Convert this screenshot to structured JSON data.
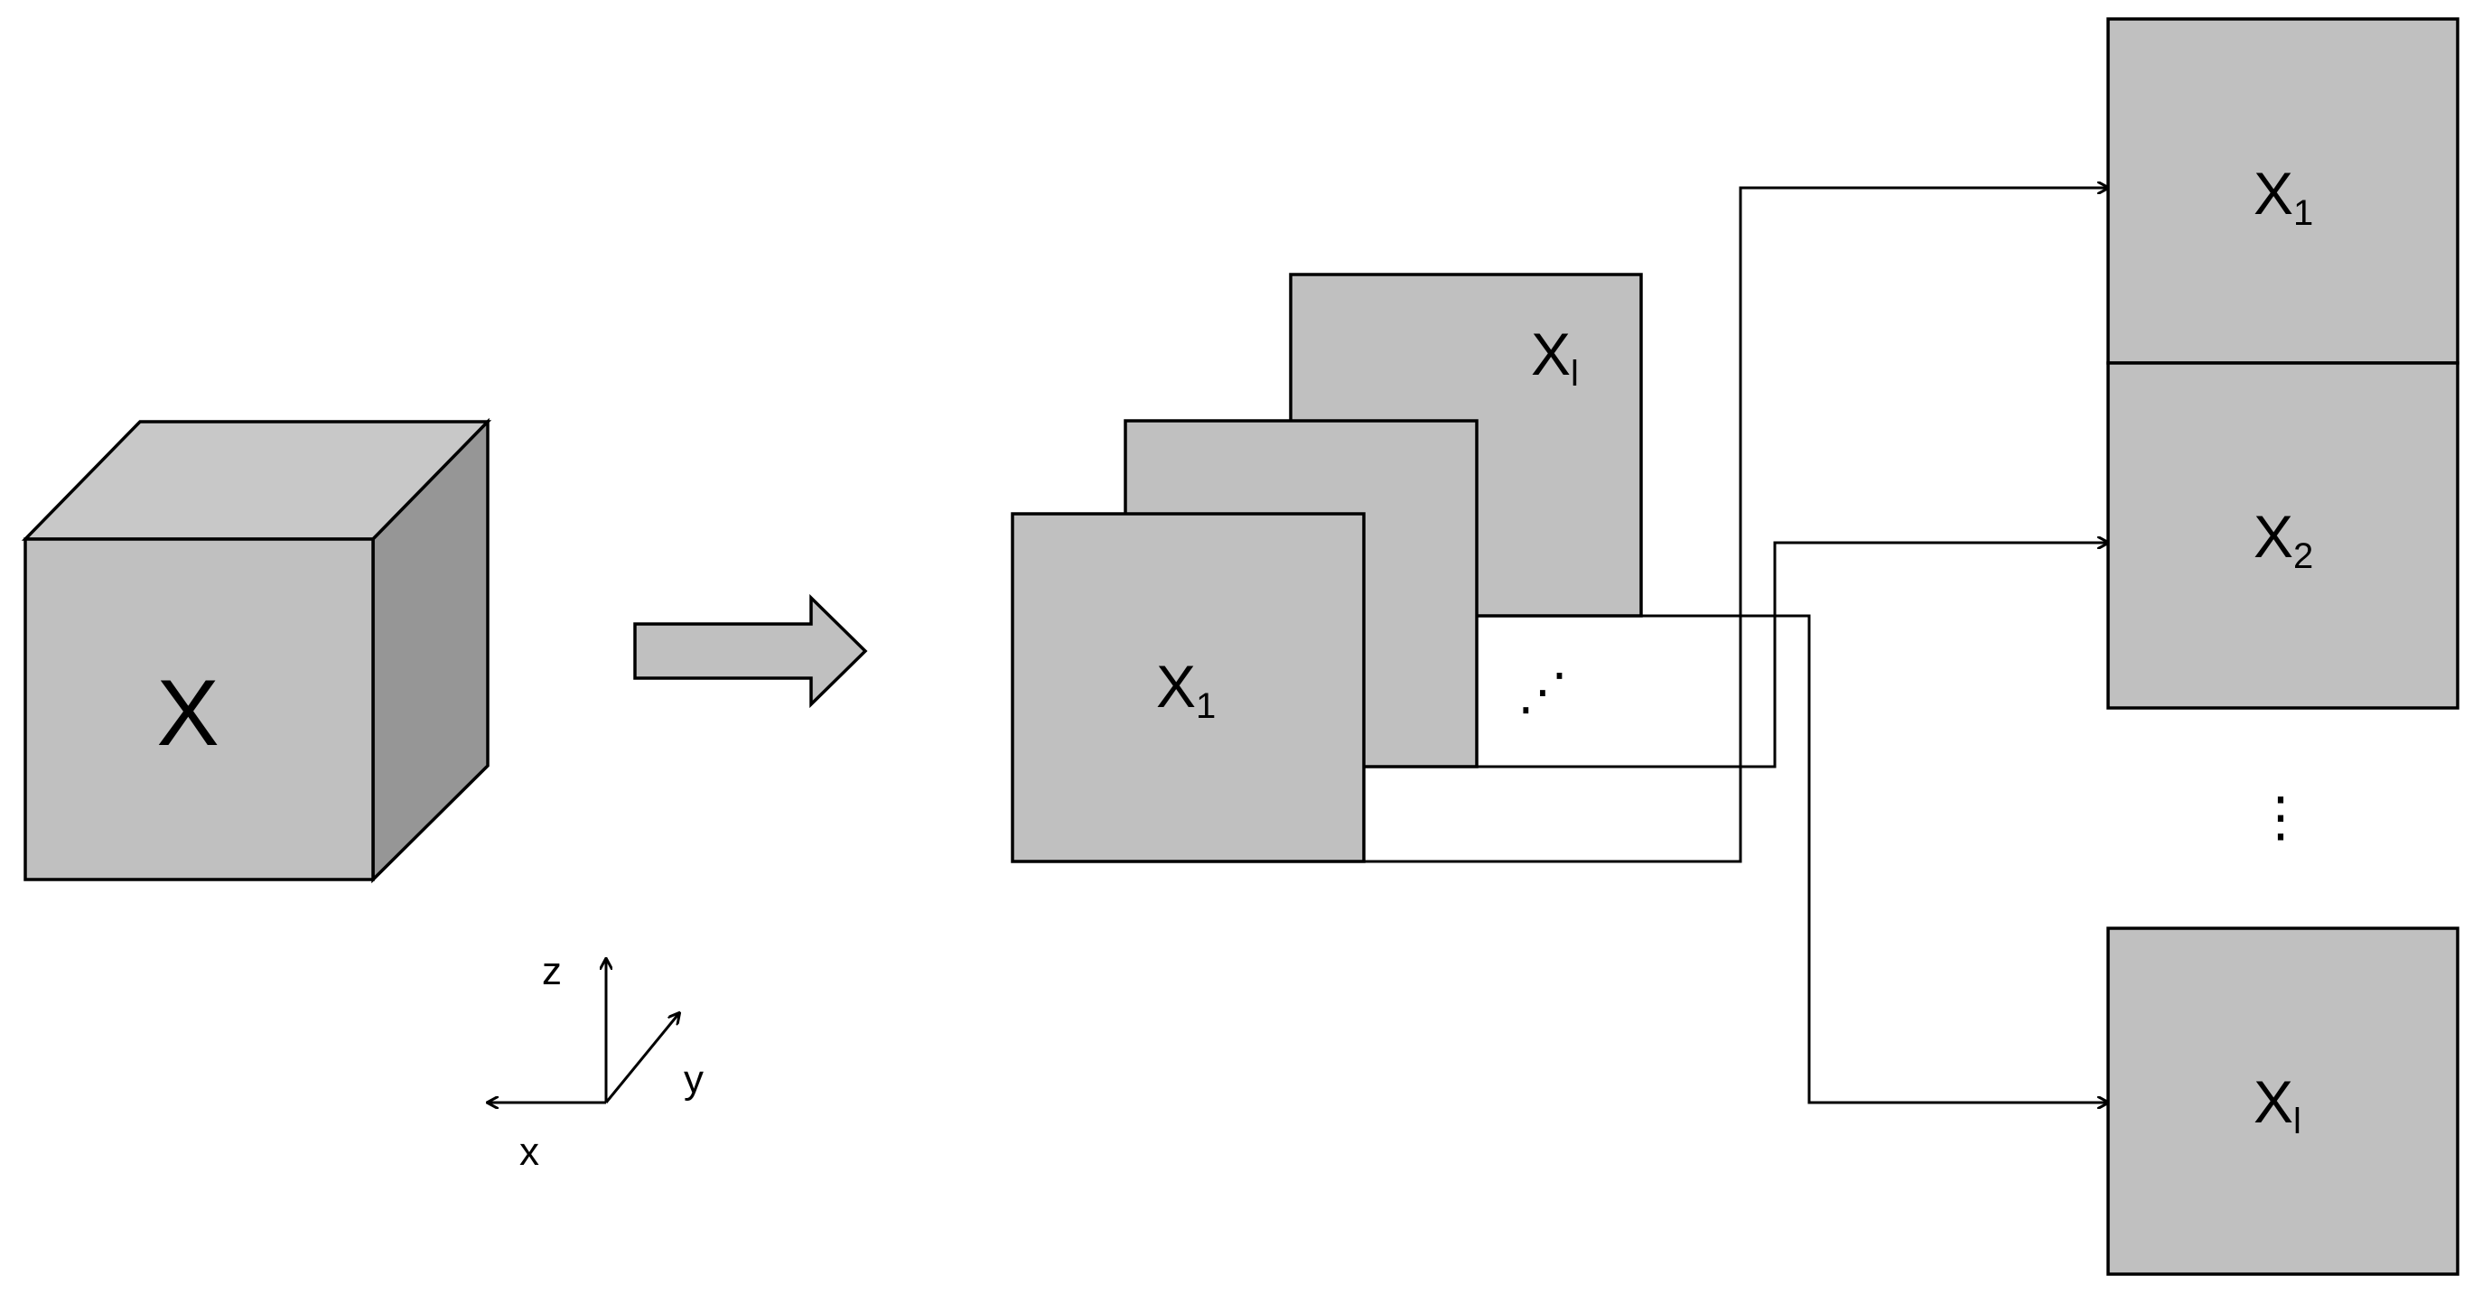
{
  "cube": {
    "label": "X"
  },
  "stack": {
    "back_label": "X",
    "back_sub": "l",
    "front_label": "X",
    "front_sub": "1",
    "ellipsis": "⋰"
  },
  "outputs": [
    {
      "label": "X",
      "sub": "1"
    },
    {
      "label": "X",
      "sub": "2"
    },
    {
      "label": "X",
      "sub": "l"
    }
  ],
  "outputs_ellipsis": "⋮",
  "axes": {
    "z": "z",
    "y": "y",
    "x": "x"
  },
  "colors": {
    "box_fill": "#c0c0c0",
    "cube_top": "#c8c8c8",
    "cube_side": "#969696",
    "ellipsis_dots": "#d2691e"
  }
}
